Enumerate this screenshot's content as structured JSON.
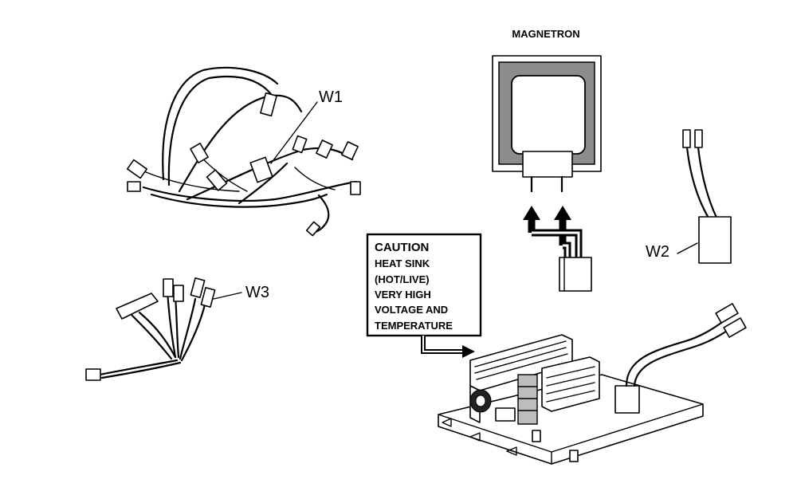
{
  "figure": {
    "magnetron_title": "MAGNETRON",
    "callouts": {
      "w1": "W1",
      "w2": "W2",
      "w3": "W3"
    },
    "caution_box": {
      "heading": "CAUTION",
      "lines": [
        "HEAT SINK",
        "(HOT/LIVE)",
        "VERY HIGH",
        "VOLTAGE AND",
        "TEMPERATURE"
      ]
    }
  }
}
